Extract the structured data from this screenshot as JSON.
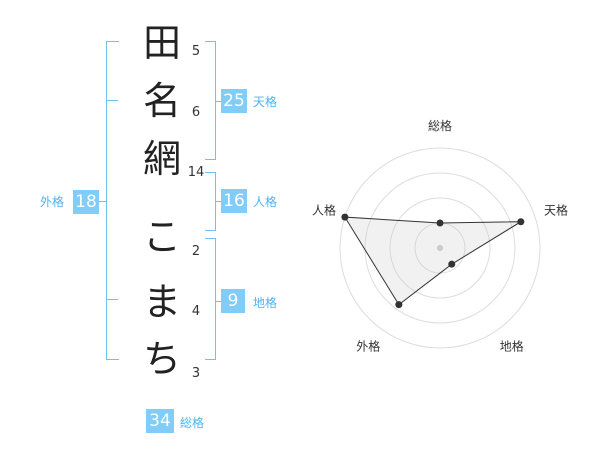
{
  "name_chars": [
    "田",
    "名",
    "網",
    "こ",
    "ま",
    "ち"
  ],
  "stroke_counts": [
    "5",
    "6",
    "14",
    "2",
    "4",
    "3"
  ],
  "fortunes": {
    "tenkaku": {
      "label": "天格",
      "value": "25"
    },
    "jinkaku": {
      "label": "人格",
      "value": "16"
    },
    "chikaku": {
      "label": "地格",
      "value": "9"
    },
    "gaikaku": {
      "label": "外格",
      "value": "18"
    },
    "soukaku": {
      "label": "総格",
      "value": "34"
    }
  },
  "colors": {
    "accent": "#7fcdf8",
    "bracket": "#6ec1f1"
  },
  "chart_data": {
    "type": "radar",
    "axes": [
      "総格",
      "天格",
      "地格",
      "外格",
      "人格"
    ],
    "values": [
      0.25,
      0.85,
      0.2,
      0.7,
      1.0
    ],
    "rings": 4
  }
}
